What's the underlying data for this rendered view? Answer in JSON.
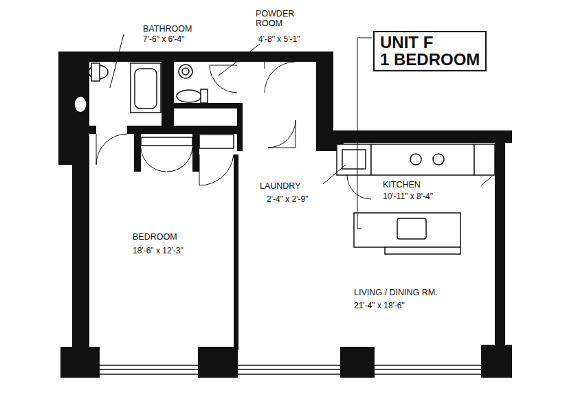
{
  "diagram": {
    "nodes": [
      {
        "text": [
          "UNIT F",
          "1 BEDROOM"
        ]
      }
    ],
    "labels": [
      "BATHROOM",
      "7'-6\" x 6'-4\"",
      "POWDER ROOM",
      "4'-8\" x 5'-1\"",
      "BEDROOM",
      "18'-6\" x 12'-3\"",
      "LAUNDRY",
      "2'-4\" x 2'-9\"",
      "KITCHEN",
      "10'-11\" x 8'-4\"",
      "LIVING / DINING RM.",
      "21'-4\" x 18'-6\""
    ]
  }
}
